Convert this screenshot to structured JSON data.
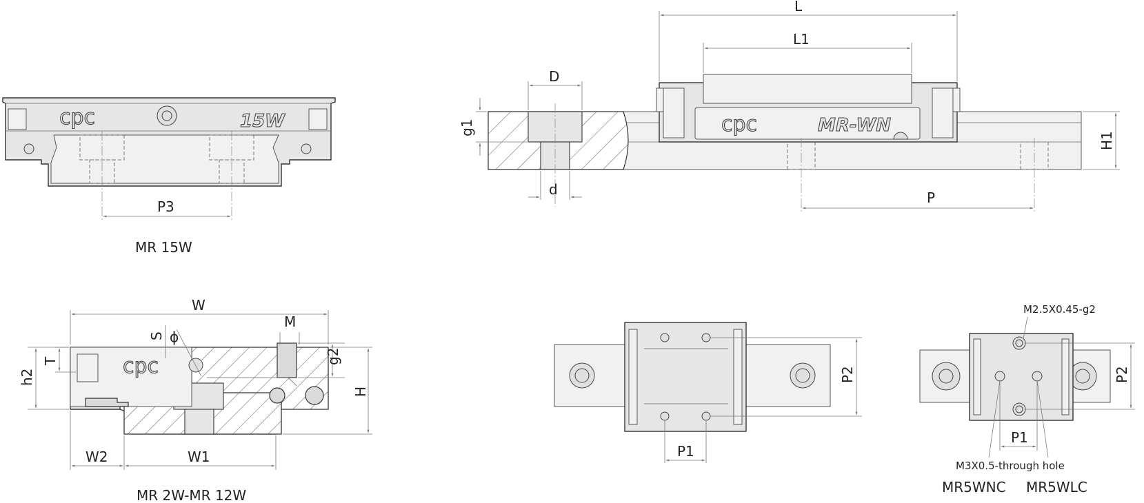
{
  "labels": {
    "L": "L",
    "L1": "L1",
    "D": "D",
    "g1": "g1",
    "d": "d",
    "H1": "H1",
    "P": "P",
    "P3": "P3",
    "W": "W",
    "S": "S",
    "phi": "ϕ",
    "M": "M",
    "T": "T",
    "h2": "h2",
    "g2": "g2",
    "H": "H",
    "W2": "W2",
    "W1": "W1",
    "P2a": "P2",
    "P1a": "P1",
    "P2b": "P2",
    "P1b": "P1"
  },
  "captions": {
    "mr15w": "MR 15W",
    "mr2w12w": "MR 2W-MR 12W",
    "mr5wnc": "MR5WNC",
    "mr5wlc": "MR5WLC"
  },
  "annotations": {
    "tap": "M2.5X0.45-g2",
    "through": "M3X0.5-through hole"
  },
  "brand": {
    "cpc_front15w": "cpc",
    "model_15w": "15W",
    "cpc_side": "cpc",
    "model_side": "MR-WN",
    "cpc_front": "cpc"
  }
}
